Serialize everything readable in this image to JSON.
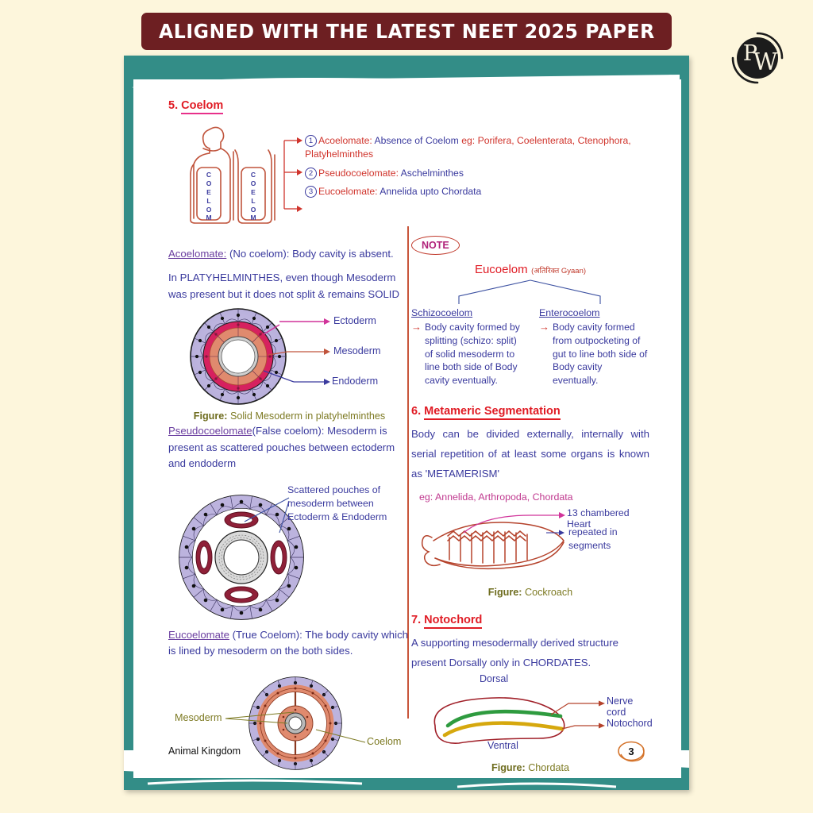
{
  "banner": {
    "text": "ALIGNED WITH THE LATEST NEET 2025 PAPER"
  },
  "logo": {
    "name": "pw-logo",
    "letters": "PW"
  },
  "colors": {
    "banner_bg": "#6d1f22",
    "page_bg": "#fdf6dc",
    "teal": "#338d87",
    "heading_red": "#e01b24",
    "body_blue": "#3a3a9e",
    "purple": "#6b3fa0",
    "olive": "#7d7a23",
    "pink_underline": "#e8308a",
    "divider": "#c8553a"
  },
  "section5": {
    "number": "5.",
    "title": "Coelom",
    "diagram_label": "COELOM",
    "items": [
      {
        "n": "1",
        "term": "Acoelomate:",
        "desc": "Absence of Coelom",
        "eg": "eg: Porifera, Coelenterata, Ctenophora, Platyhelminthes"
      },
      {
        "n": "2",
        "term": "Pseudocoelomate:",
        "desc": "",
        "eg": "Aschelminthes"
      },
      {
        "n": "3",
        "term": "Eucoelomate:",
        "desc": "",
        "eg": "Annelida upto Chordata"
      }
    ]
  },
  "acoelomate": {
    "term": "Acoelomate:",
    "paren": "(No coelom): Body cavity is absent.",
    "para": "In PLATYHELMINTHES, even though Mesoderm was present but it does not split & remains SOLID",
    "labels": {
      "ectoderm": "Ectoderm",
      "mesoderm": "Mesoderm",
      "endoderm": "Endoderm"
    },
    "figure_prefix": "Figure:",
    "figure_text": "Solid Mesoderm in platyhelminthes"
  },
  "pseudocoelomate": {
    "term": "Pseudocoelomate",
    "paren": "(False coelom): Mesoderm is present as scattered pouches between ectoderm and endoderm",
    "callout": "Scattered pouches of mesoderm between Ectoderm & Endoderm"
  },
  "eucoelomate": {
    "term": "Eucoelomate",
    "paren": "(True Coelom): The body cavity which is lined by mesoderm on the both sides.",
    "labels": {
      "mesoderm": "Mesoderm",
      "coelom": "Coelom"
    }
  },
  "note": {
    "badge": "NOTE",
    "title": "Eucoelom",
    "subtitle": "(अतिरिक्त Gyaan)",
    "left": {
      "heading": "Schizocoelom",
      "text": "Body cavity formed by splitting (schizo: split) of solid mesoderm to line both side of Body cavity eventually."
    },
    "right": {
      "heading": "Enterocoelom",
      "text": "Body cavity formed from outpocketing of gut to line both side of Body cavity eventually."
    }
  },
  "section6": {
    "number": "6.",
    "title": "Metameric Segmentation",
    "para": "Body can be divided externally, internally with serial repetition of at least some organs is known as 'METAMERISM'",
    "eg": "eg: Annelida, Arthropoda, Chordata",
    "callout1": "13 chambered Heart",
    "callout2": "repeated in segments",
    "figure_prefix": "Figure:",
    "figure_text": "Cockroach"
  },
  "section7": {
    "number": "7.",
    "title": "Notochord",
    "para": "A supporting mesodermally derived structure present Dorsally only in CHORDATES.",
    "labels": {
      "dorsal": "Dorsal",
      "ventral": "Ventral",
      "nerve_cord": "Nerve cord",
      "notochord": "Notochord"
    },
    "figure_prefix": "Figure:",
    "figure_text": "Chordata"
  },
  "footer": {
    "chapter": "Animal Kingdom",
    "page": "3"
  }
}
